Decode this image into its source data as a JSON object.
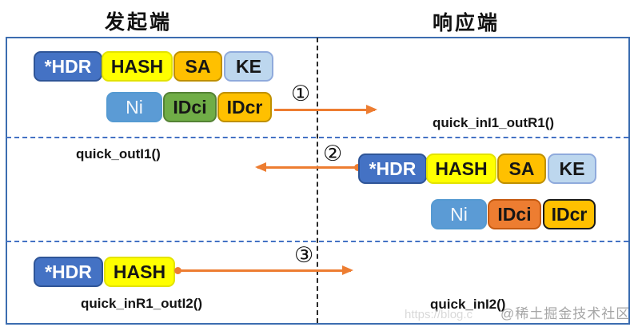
{
  "headers": {
    "initiator": "发起端",
    "responder": "响应端"
  },
  "step1": {
    "badge": "①",
    "payload_row1": [
      "*HDR",
      "HASH",
      "SA",
      "KE"
    ],
    "payload_row2": [
      "Ni",
      "IDci",
      "IDcr"
    ],
    "responder_function": "quick_inI1_outR1()"
  },
  "step2": {
    "badge": "②",
    "initiator_function": "quick_outI1()",
    "payload_row1": [
      "*HDR",
      "HASH",
      "SA",
      "KE"
    ],
    "payload_row2": [
      "Ni",
      "IDci",
      "IDcr"
    ]
  },
  "step3": {
    "badge": "③",
    "payload_row1": [
      "*HDR",
      "HASH"
    ],
    "initiator_function": "quick_inR1_outI2()",
    "responder_function": "quick_inI2()"
  },
  "watermark": {
    "community": "@稀土掘金技术社区",
    "url_fragment": "https://blog.c"
  },
  "colors": {
    "hdr_blue": "#4472C4",
    "ni_blue": "#5B9BD5",
    "hash_yellow": "#FFFF00",
    "gold": "#FFC000",
    "light_blue": "#BDD7EE",
    "green": "#70AD47",
    "idci_orange": "#ED7D31",
    "arrow_orange": "#ED7D31",
    "frame_border_blue": "#3c6db0",
    "divider_dashed_blue": "#4472C4",
    "center_line_black": "#2a2a2a",
    "watermark_gray": "#a6a6a6"
  }
}
